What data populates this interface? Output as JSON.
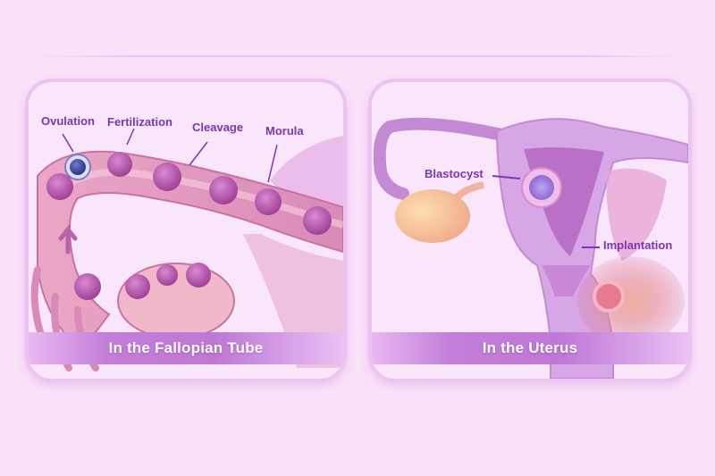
{
  "panels": [
    {
      "id": "fallopian-tube",
      "caption": "In the Fallopian Tube",
      "labels": {
        "ovulation": "Ovulation",
        "fertilization": "Fertilization",
        "cleavage": "Cleavage",
        "morula": "Morula"
      }
    },
    {
      "id": "uterus",
      "caption": "In the Uterus",
      "labels": {
        "blastocyst": "Blastocyst",
        "implantation": "Implantation"
      }
    }
  ],
  "colors": {
    "background": "#fbe2f9",
    "panel_border": "#ecc4f4",
    "caption_bar": "#bf78d6",
    "label_text": "#7b35b8",
    "tissue_pink": "#e8a6c8",
    "cell_purple": "#b04ea8",
    "uterus_purple": "#c58ad6",
    "ovary_peach": "#f5b98e"
  }
}
